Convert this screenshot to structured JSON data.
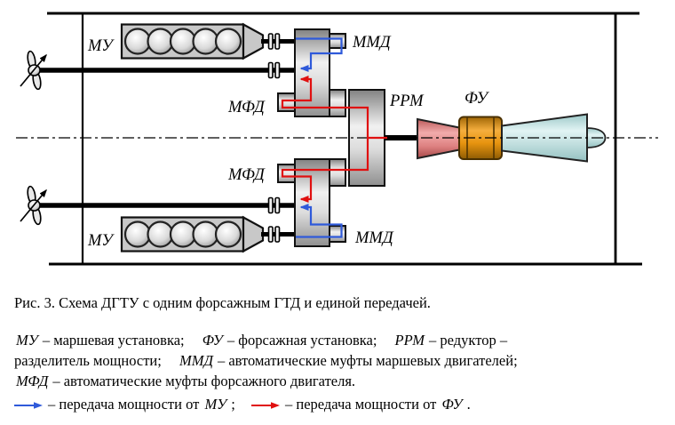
{
  "figure": {
    "labels": {
      "mu_top": "МУ",
      "mu_bottom": "МУ",
      "mmd_top": "ММД",
      "mmd_bottom": "ММД",
      "mfd_top": "МФД",
      "mfd_bottom": "МФД",
      "rrm": "РРМ",
      "fu": "ФУ"
    },
    "colors": {
      "mu_power_blue": "#2f5ada",
      "fu_power_red": "#e01010",
      "compressor_pink": "#dd8080",
      "combustor_orange": "#e8940f",
      "turbine_cyan": "#bfe2e2",
      "engine_gray": "#c8c8c8"
    }
  },
  "caption": "Рис. 3. Схема ДГТУ с одним форсажным ГТД и единой передачей.",
  "legend": {
    "mu_term": "МУ",
    "mu_desc": "– маршевая установка;",
    "fu_term": "ФУ",
    "fu_desc": "– форсажная установка;",
    "rrm_term": "РРМ",
    "rrm_desc": "– редуктор –",
    "rrm_desc2": "разделитель мощности;",
    "mmd_term": "ММД",
    "mmd_desc": "– автоматические муфты маршевых двигателей;",
    "mfd_term": "МФД",
    "mfd_desc": "– автоматические муфты форсажного двигателя.",
    "blue_arrow_desc": "– передача мощности от",
    "blue_arrow_term": "МУ",
    "blue_arrow_punct": ";",
    "red_arrow_desc": "– передача мощности от",
    "red_arrow_term": "ФУ",
    "red_arrow_punct": "."
  }
}
